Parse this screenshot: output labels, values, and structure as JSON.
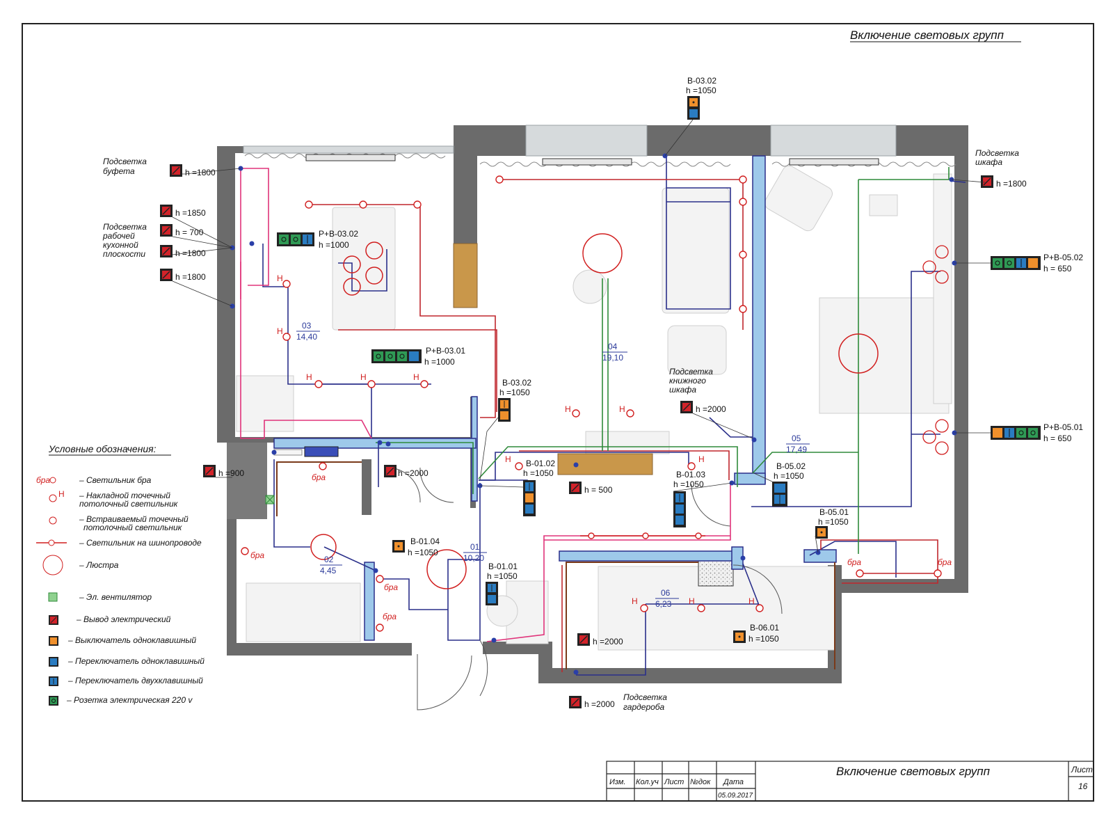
{
  "title": "Включение световых групп",
  "colors": {
    "wall": "#6b6b6b",
    "glass": "#cfd3d6",
    "wire_blue": "#2a2f8a",
    "wire_red": "#c0262c",
    "wire_pink": "#e0337a",
    "wire_green": "#2f8a3a",
    "duct": "#8ec3e6",
    "lamp": "#d11f1f",
    "wood": "#c9974a",
    "orange": "#f0902c",
    "switch_blue": "#2a7cc1",
    "socket_green": "#2f9a55",
    "frame": "#222222"
  },
  "rooms": [
    {
      "id": "01",
      "area": "10,20"
    },
    {
      "id": "02",
      "area": "4,45"
    },
    {
      "id": "03",
      "area": "14,40"
    },
    {
      "id": "04",
      "area": "19,10"
    },
    {
      "id": "05",
      "area": "17,49"
    },
    {
      "id": "06",
      "area": "6,23"
    }
  ],
  "devices": [
    {
      "code": "В-03.02",
      "height": "h =1050"
    },
    {
      "code": "Р+В-03.02",
      "height": "h =1000"
    },
    {
      "code": "Р+В-03.01",
      "height": "h =1000"
    },
    {
      "code": "В-03.02",
      "height": "h =1050"
    },
    {
      "code": "В-01.02",
      "height": "h =1050"
    },
    {
      "code": "В-01.03",
      "height": "h =1050"
    },
    {
      "code": "В-05.02",
      "height": "h =1050"
    },
    {
      "code": "В-05.01",
      "height": "h =1050"
    },
    {
      "code": "Р+В-05.02",
      "height": "h = 650"
    },
    {
      "code": "Р+В-05.01",
      "height": "h = 650"
    },
    {
      "code": "В-01.04",
      "height": "h =1050"
    },
    {
      "code": "В-01.01",
      "height": "h =1050"
    },
    {
      "code": "В-06.01",
      "height": "h =1050"
    }
  ],
  "outlets": [
    {
      "height": "h =1800"
    },
    {
      "height": "h =1850"
    },
    {
      "height": "h = 700"
    },
    {
      "height": "h =1800"
    },
    {
      "height": "h =1800"
    },
    {
      "height": "h =900"
    },
    {
      "height": "h =2000"
    },
    {
      "height": "h = 500"
    },
    {
      "height": "h =2000"
    },
    {
      "height": "h =2000"
    },
    {
      "height": "h =2000"
    },
    {
      "height": "h =1800"
    }
  ],
  "annotations": {
    "bufet": [
      "Подсветка",
      "буфета"
    ],
    "kitchen": [
      "Подсветка",
      "рабочей",
      "кухонной",
      "плоскости"
    ],
    "wardrobe_top": [
      "Подсветка",
      "шкафа"
    ],
    "bookcase": [
      "Подсветка",
      "книжного",
      "шкафа"
    ],
    "garderob": [
      "Подсветка",
      "гардероба"
    ]
  },
  "markers": {
    "bra": "бра",
    "h": "Н"
  },
  "legend": {
    "title": "Условные обозначения:",
    "items": [
      [
        "– Светильник бра"
      ],
      [
        "– Накладной точечный",
        "потолочный светильник"
      ],
      [
        "– Встраиваемый точечный",
        "потолочный светильник"
      ],
      [
        "– Светильник на шинопроводе"
      ],
      [
        "– Люстра"
      ],
      [
        "– Эл. вентилятор"
      ],
      [
        "– Вывод электрический"
      ],
      [
        "– Выключатель одноклавишный"
      ],
      [
        "– Переключатель одноклавишный"
      ],
      [
        "– Переключатель двухклавишный"
      ],
      [
        "– Розетка электрическая 220 v"
      ]
    ]
  },
  "title_block": {
    "title": "Включение световых групп",
    "headers": [
      "Изм.",
      "Кол.уч",
      "Лист",
      "№док",
      "Дата"
    ],
    "date": "05.09.2017",
    "sheet_label": "Лист",
    "sheet_number": "16"
  }
}
